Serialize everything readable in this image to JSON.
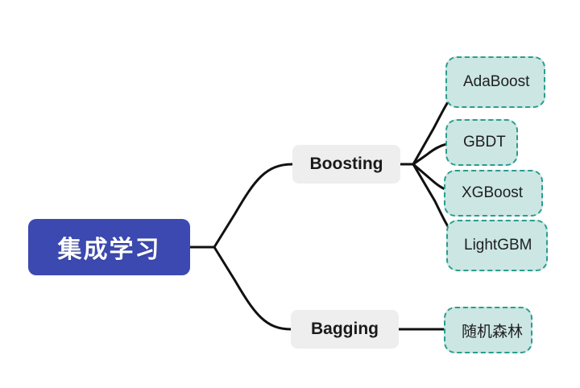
{
  "diagram": {
    "type": "mindmap",
    "title": "集成学习",
    "background_color": "#ffffff",
    "root": {
      "id": "root",
      "label": "集成学习",
      "fill_color": "#3b49b0",
      "text_color": "#ffffff"
    },
    "branches": [
      {
        "id": "boosting",
        "label": "Boosting",
        "fill_color": "#eeeeee",
        "text_color": "#1a1a1a",
        "children": [
          {
            "id": "adaboost",
            "label": "AdaBoost"
          },
          {
            "id": "gbdt",
            "label": "GBDT"
          },
          {
            "id": "xgboost",
            "label": "XGBoost"
          },
          {
            "id": "lightgbm",
            "label": "LightGBM"
          }
        ]
      },
      {
        "id": "bagging",
        "label": "Bagging",
        "fill_color": "#eeeeee",
        "text_color": "#1a1a1a",
        "children": [
          {
            "id": "random-forest",
            "label": "随机森林"
          }
        ]
      }
    ],
    "leaf_style": {
      "fill_color": "#cbe6e3",
      "border_color": "#2a9d8c",
      "border_style": "dashed",
      "text_color": "#1f1f1f"
    },
    "connector_color": "#111111"
  }
}
